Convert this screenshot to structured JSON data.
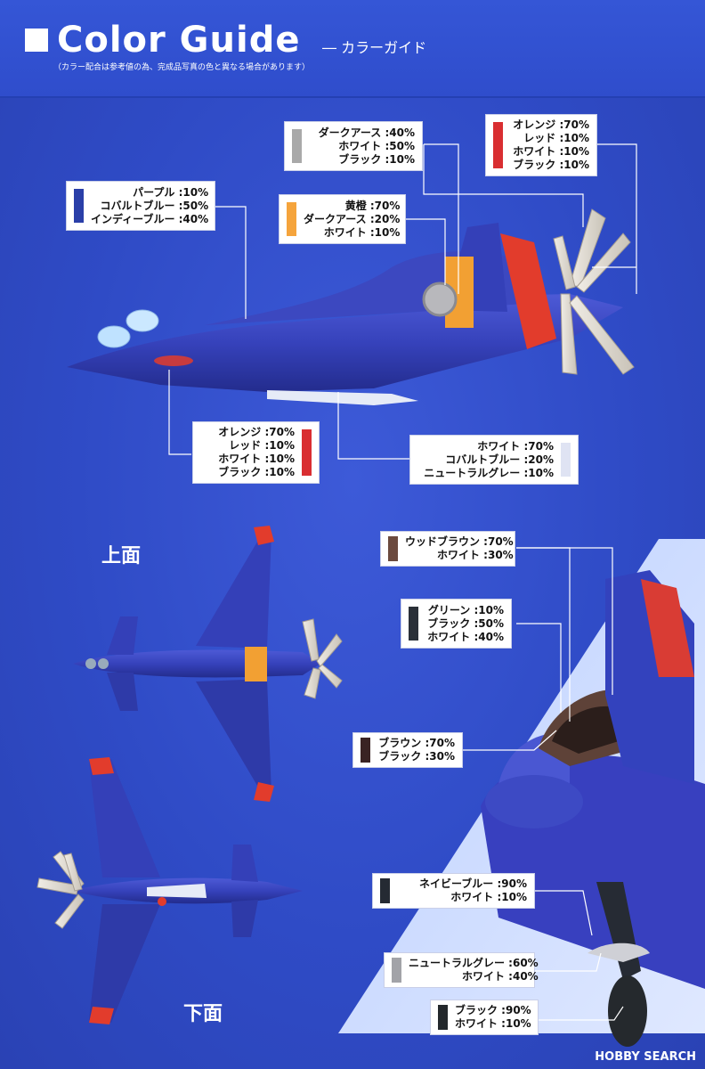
{
  "header": {
    "title": "Color Guide",
    "subtitle": "― カラーガイド",
    "note": "（カラー配合は参考値の為、完成品写真の色と異なる場合があります）"
  },
  "views": {
    "top": "上面",
    "bottom": "下面"
  },
  "watermark": "HOBBY SEARCH",
  "colors": {
    "background": "#2f4bc6",
    "aircraft_body": "#3a48c2",
    "propeller": "#e2ddd4",
    "tail_red": "#e23c2c",
    "band_orange": "#f2a033"
  },
  "labels": [
    {
      "id": "purple-mix",
      "swatch": "#2a3fa8",
      "lines": [
        "パープル :10%",
        "コバルトブルー :50%",
        "インディーブルー :40%"
      ]
    },
    {
      "id": "dark-earth-mix",
      "swatch": "#a9a9a9",
      "lines": [
        "ダークアース :40%",
        "ホワイト :50%",
        "ブラック :10%"
      ]
    },
    {
      "id": "orange-upper-mix",
      "swatch": "#d92e31",
      "lines": [
        "オレンジ :70%",
        "レッド :10%",
        "ホワイト :10%",
        "ブラック :10%"
      ]
    },
    {
      "id": "yellow-orange-mix",
      "swatch": "#f5a43c",
      "lines": [
        "黄橙 :70%",
        "ダークアース :20%",
        "ホワイト :10%"
      ]
    },
    {
      "id": "orange-lower-mix",
      "swatch": "#d92e31",
      "lines": [
        "オレンジ :70%",
        "レッド :10%",
        "ホワイト :10%",
        "ブラック :10%"
      ]
    },
    {
      "id": "white-mix",
      "swatch": "#dfe3f3",
      "lines": [
        "ホワイト :70%",
        "コバルトブルー :20%",
        "ニュートラルグレー :10%"
      ]
    },
    {
      "id": "wood-brown-mix",
      "swatch": "#6b4a3e",
      "lines": [
        "ウッドブラウン :70%",
        "ホワイト :30%"
      ]
    },
    {
      "id": "green-mix",
      "swatch": "#2a3038",
      "lines": [
        "グリーン :10%",
        "ブラック :50%",
        "ホワイト :40%"
      ]
    },
    {
      "id": "brown-mix",
      "swatch": "#3a2323",
      "lines": [
        "ブラウン :70%",
        "ブラック :30%"
      ]
    },
    {
      "id": "navy-blue-mix",
      "swatch": "#252a33",
      "lines": [
        "ネイビーブルー :90%",
        "ホワイト :10%"
      ]
    },
    {
      "id": "neutral-gray-mix",
      "swatch": "#a2a3a8",
      "lines": [
        "ニュートラルグレー :60%",
        "ホワイト :40%"
      ]
    },
    {
      "id": "black-mix",
      "swatch": "#23282c",
      "lines": [
        "ブラック :90%",
        "ホワイト :10%"
      ]
    }
  ]
}
